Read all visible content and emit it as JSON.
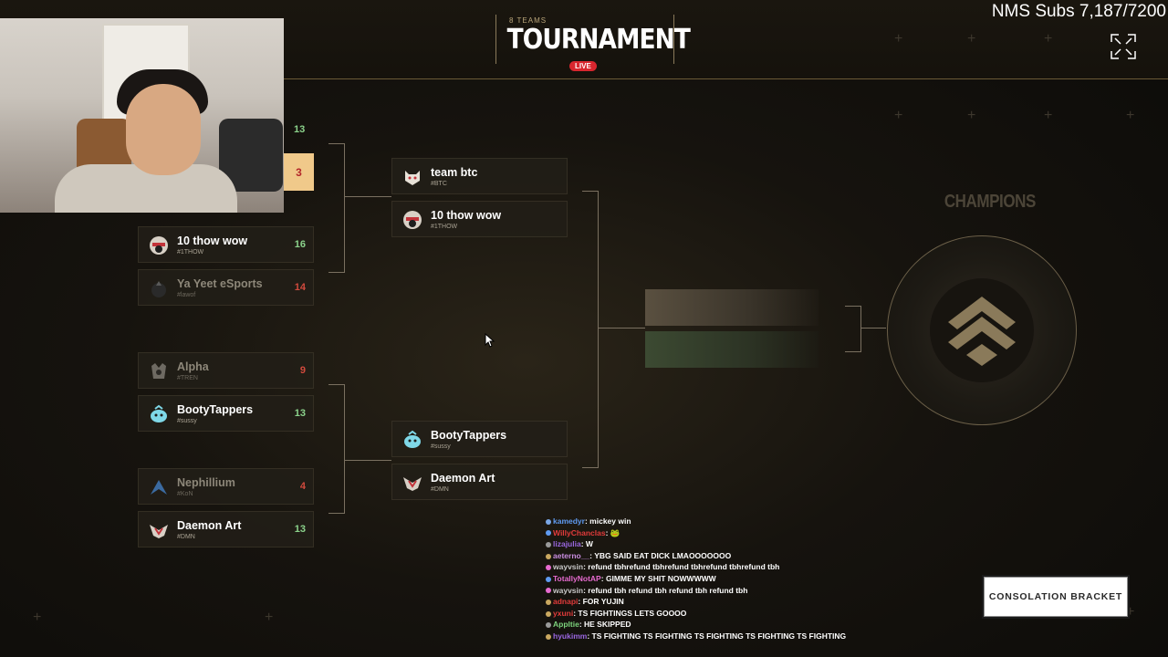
{
  "header": {
    "teams_label": "8 TEAMS",
    "title": "TOURNAMENT",
    "live_badge": "LIVE",
    "subs_overlay": "NMS Subs 7,187/7200"
  },
  "round1": {
    "top_hidden_score": "13",
    "top_tile_score": "3",
    "matches": [
      {
        "name": "10 thow wow",
        "tag": "#1THOW",
        "score": "16",
        "result": "win"
      },
      {
        "name": "Ya Yeet eSports",
        "tag": "#lawof",
        "score": "14",
        "result": "lose"
      },
      {
        "name": "Alpha",
        "tag": "#TREN",
        "score": "9",
        "result": "lose"
      },
      {
        "name": "BootyTappers",
        "tag": "#sussy",
        "score": "13",
        "result": "win"
      },
      {
        "name": "Nephillium",
        "tag": "#KoN",
        "score": "4",
        "result": "lose"
      },
      {
        "name": "Daemon Art",
        "tag": "#DMN",
        "score": "13",
        "result": "win"
      }
    ]
  },
  "semis": [
    {
      "name": "team btc",
      "tag": "#BTC"
    },
    {
      "name": "10 thow wow",
      "tag": "#1THOW"
    },
    {
      "name": "BootyTappers",
      "tag": "#sussy"
    },
    {
      "name": "Daemon Art",
      "tag": "#DMN"
    }
  ],
  "champions_label": "CHAMPIONS",
  "consolation_button": "CONSOLATION BRACKET",
  "chat": [
    {
      "user": "kamedyr",
      "color": "#5f9bf2",
      "text": "mickey win"
    },
    {
      "user": "WillyChanclas",
      "color": "#e23b3b",
      "text": "🐸"
    },
    {
      "user": "lizajulia",
      "color": "#9a67e0",
      "text": "W"
    },
    {
      "user": "aeterno__",
      "color": "#c98de0",
      "text": "YBG SAID EAT DICK LMAOOOOOOO"
    },
    {
      "user": "wayvsin",
      "color": "#c8c8c8",
      "text": "refund tbhrefund tbhrefund tbhrefund tbhrefund tbh"
    },
    {
      "user": "TotallyNotAP",
      "color": "#e76bd0",
      "text": "GIMME MY SHIT NOWWWWW"
    },
    {
      "user": "wayvsin",
      "color": "#c8c8c8",
      "text": "refund tbh refund tbh refund tbh refund tbh"
    },
    {
      "user": "adnapi",
      "color": "#e23b3b",
      "text": "FOR YUJIN"
    },
    {
      "user": "yxuni",
      "color": "#e23b3b",
      "text": "TS FIGHTINGS LETS GOOOO"
    },
    {
      "user": "Appltie",
      "color": "#7dd37d",
      "text": "HE SKIPPED"
    },
    {
      "user": "hyukimm",
      "color": "#9a67e0",
      "text": "TS FIGHTING TS FIGHTING TS FIGHTING TS FIGHTING TS FIGHTING"
    }
  ]
}
